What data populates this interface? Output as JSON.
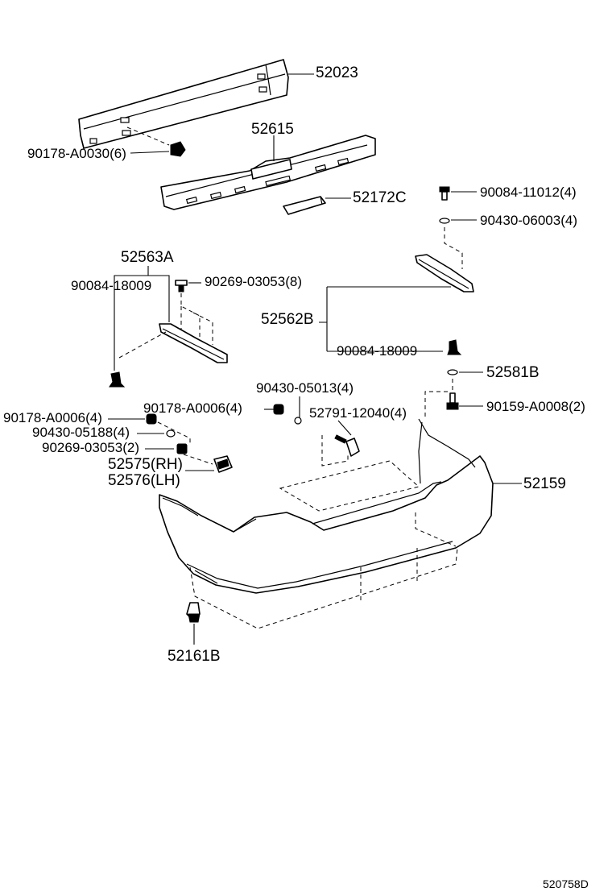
{
  "diagram": {
    "parts": {
      "p52023": "52023",
      "p90178_a0030": "90178-A0030(6)",
      "p52615": "52615",
      "p52172c": "52172C",
      "p90084_11012": "90084-11012(4)",
      "p90430_06003": "90430-06003(4)",
      "p52563a": "52563A",
      "p90084_18009_left": "90084-18009",
      "p90269_03053_8": "90269-03053(8)",
      "p52562b": "52562B",
      "p90084_18009_right": "90084-18009",
      "p52581b": "52581B",
      "p90430_05013": "90430-05013(4)",
      "p90178_a0006_a": "90178-A0006(4)",
      "p90178_a0006_b": "90178-A0006(4)",
      "p52791_12040": "52791-12040(4)",
      "p90159_a0008": "90159-A0008(2)",
      "p90430_05188": "90430-05188(4)",
      "p90269_03053_2": "90269-03053(2)",
      "p52575": "52575(RH)",
      "p52576": "52576(LH)",
      "p52159": "52159",
      "p52161b": "52161B"
    },
    "drawing_code": "520758D"
  }
}
